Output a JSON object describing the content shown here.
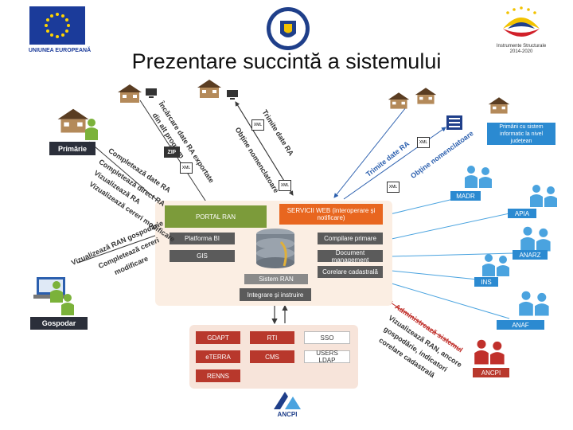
{
  "header": {
    "title": "Prezentare succintă a sistemului",
    "eu_label": "UNIUNEA EUROPEANĂ",
    "is_label_line1": "Instrumente Structurale",
    "is_label_line2": "2014-2020"
  },
  "central": {
    "portal": "PORTAL RAN",
    "services": "SERVICII WEB (interoperare și notificare)",
    "platform": "Platforma BI",
    "gis": "GIS",
    "compile": "Compilare primare",
    "docmgmt": "Document management",
    "corelare": "Corelare cadastrală",
    "sistem": "Sistem RAN",
    "integrare": "Integrare și instruire"
  },
  "lower": {
    "row1": [
      "GDAPT",
      "RTI",
      "SSO"
    ],
    "row2": [
      "eTERRA",
      "CMS",
      "USERS LDAP"
    ],
    "row3": [
      "RENNS"
    ]
  },
  "actors": {
    "primarie": "Primărie",
    "gospodar": "Gospodar",
    "primarii_judet": "Primării cu sistem informatic la nivel județean",
    "madr": "MADR",
    "apia": "APIA",
    "anarz": "ANARZ",
    "ins": "INS",
    "anaf": "ANAF",
    "ancpi": "ANCPI"
  },
  "flows": {
    "top1": "Încărcare date RA exportate",
    "top1b": "din alt program",
    "top2": "Trimite date RA",
    "top2b": "Obține nomenclatoare",
    "right1": "Trimite date RA",
    "right2": "Obține nomenclatoare",
    "left1": "Completează date RA",
    "left2": "Completează direct RA",
    "left3": "Vizualizează RA",
    "left4": "Vizualizează cereri modificare",
    "low1": "Vizualizează RAN gospodărie",
    "low2": "Completează cereri",
    "low3": "modificare",
    "bottom1": "Administrează sistemul",
    "bottom2": "Vizualizează RAN, ancore",
    "bottom3": "gospodărie, indicatori",
    "bottom4": "corelare cadastrală"
  },
  "badges": {
    "zip": "ZIP",
    "xml": "XML"
  },
  "footer": {
    "ancpi": "ANCPI"
  }
}
